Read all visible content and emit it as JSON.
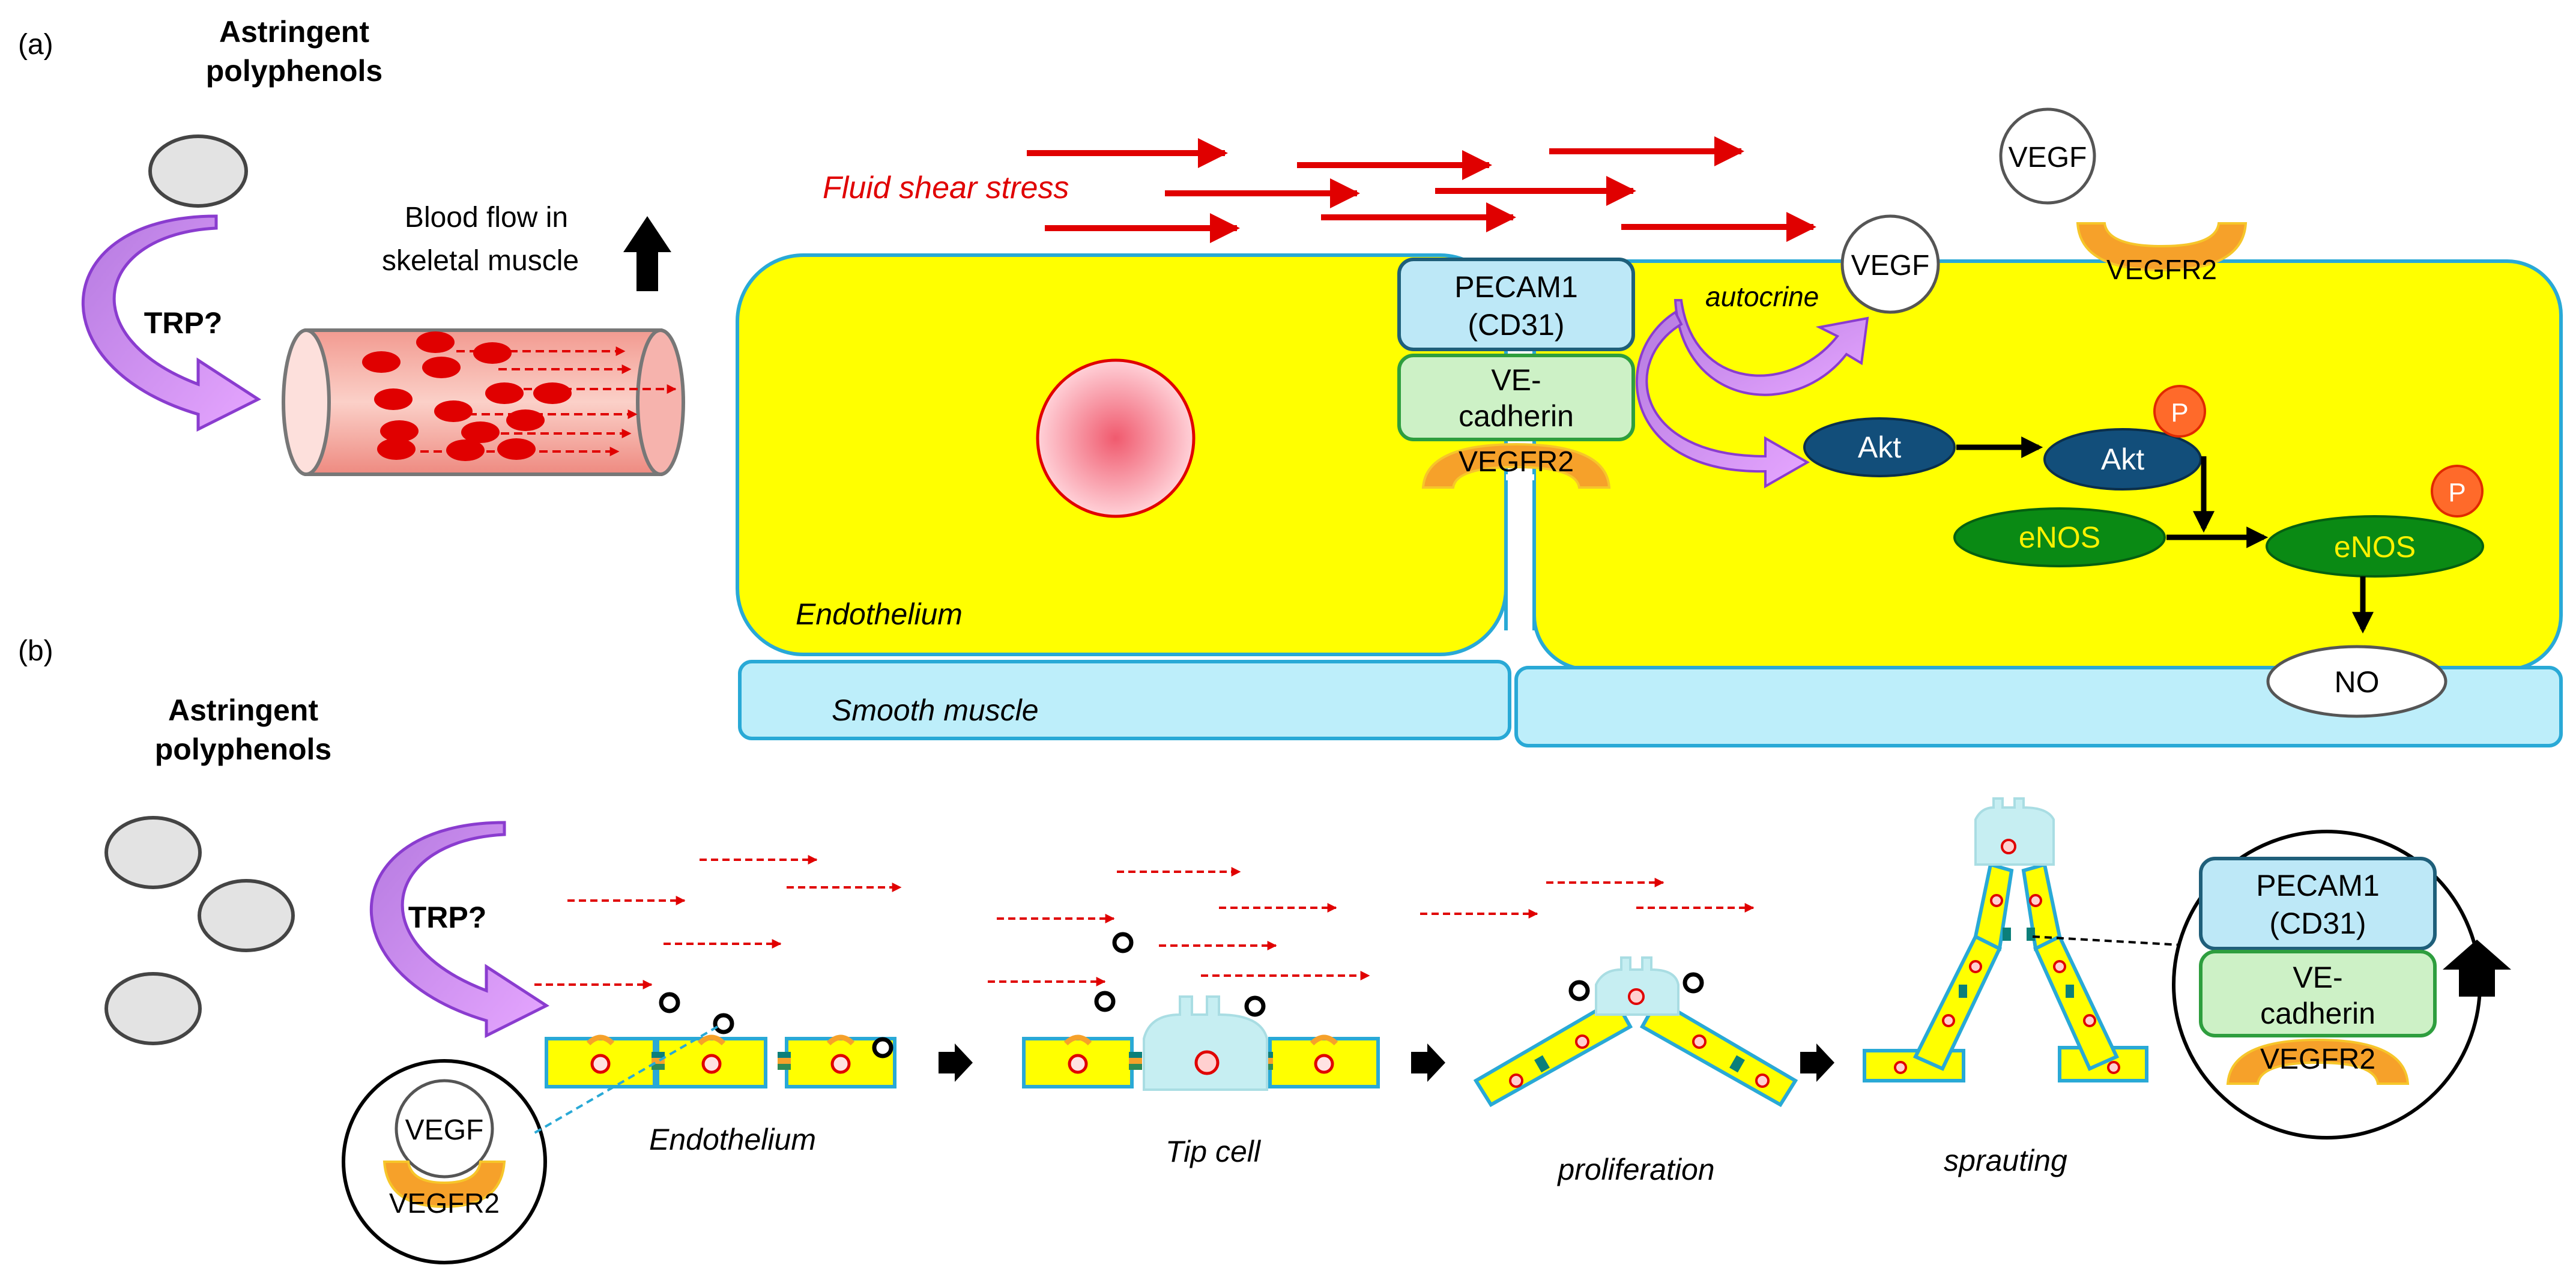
{
  "panel_a": {
    "label": "(a)",
    "polyphenols": [
      "Astringent",
      "polyphenols"
    ],
    "trp": "TRP?",
    "blood_flow": [
      "Blood flow in",
      "skeletal muscle"
    ],
    "shear_stress": "Fluid shear stress",
    "vegf_free": "VEGF",
    "vegfr2_top": "VEGFR2",
    "vegf_bound": "VEGF",
    "autocrine": "autocrine",
    "pecam": [
      "PECAM1",
      "(CD31)"
    ],
    "ve_cadherin": [
      "VE-",
      "cadherin"
    ],
    "vegfr2_junction": "VEGFR2",
    "akt": "Akt",
    "akt_p": "Akt",
    "phospho": "P",
    "enos": "eNOS",
    "enos_p": "eNOS",
    "no": "NO",
    "endothelium": "Endothelium",
    "smooth_muscle": "Smooth muscle"
  },
  "panel_b": {
    "label": "(b)",
    "polyphenols": [
      "Astringent",
      "polyphenols"
    ],
    "trp": "TRP?",
    "vegf": "VEGF",
    "vegfr2": "VEGFR2",
    "stages": [
      "Endothelium",
      "Tip cell",
      "proliferation",
      "sprauting"
    ],
    "pecam": [
      "PECAM1",
      "(CD31)"
    ],
    "ve_cadherin": [
      "VE-",
      "cadherin"
    ],
    "vegfr2_zoom": "VEGFR2"
  },
  "colors": {
    "cell_yellow": "#ffff00",
    "membrane_blue": "#29a9d6",
    "smooth_muscle": "#bdeefa",
    "arrow_red": "#e00000",
    "purple": "#9b2fd6",
    "akt_blue": "#124e7a",
    "enos_green": "#0a8a14",
    "phospho_orange": "#ff6a2a",
    "receptor_orange": "#f6a12a"
  }
}
